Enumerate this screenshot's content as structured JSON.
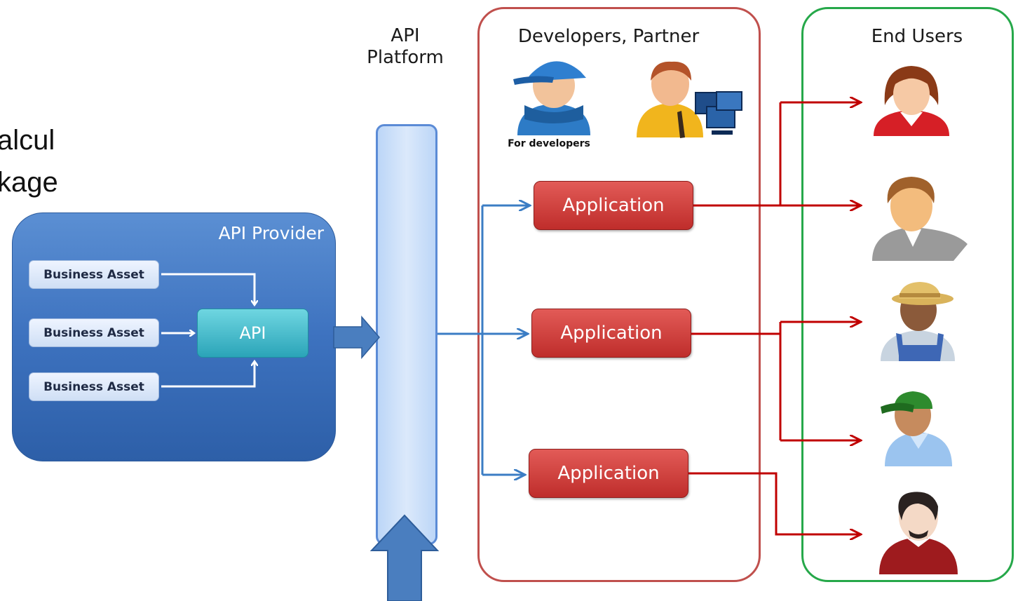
{
  "cutoff_text": {
    "line1": "alcul",
    "line2": "kage"
  },
  "platform": {
    "title_line1": "API",
    "title_line2": "Platform"
  },
  "provider": {
    "title": "API Provider",
    "assets": [
      "Business Asset",
      "Business Asset",
      "Business Asset"
    ],
    "api_label": "API"
  },
  "developers": {
    "title": "Developers, Partner",
    "for_developers_label": "For developers",
    "applications": [
      "Application",
      "Application",
      "Application"
    ]
  },
  "end_users": {
    "title": "End Users"
  },
  "colors": {
    "provider_blue": "#3d72bf",
    "api_teal": "#2ba4b8",
    "application_red": "#bf2d2b",
    "dev_panel_border": "#c0504d",
    "end_user_border": "#26a84a",
    "connector_blue": "#3b7dc4",
    "connector_red": "#c00000"
  },
  "icons": [
    "developer-cap-icon",
    "partner-computer-icon",
    "woman-user-icon",
    "man-user-icon",
    "farmer-user-icon",
    "green-cap-user-icon",
    "bearded-user-icon"
  ]
}
